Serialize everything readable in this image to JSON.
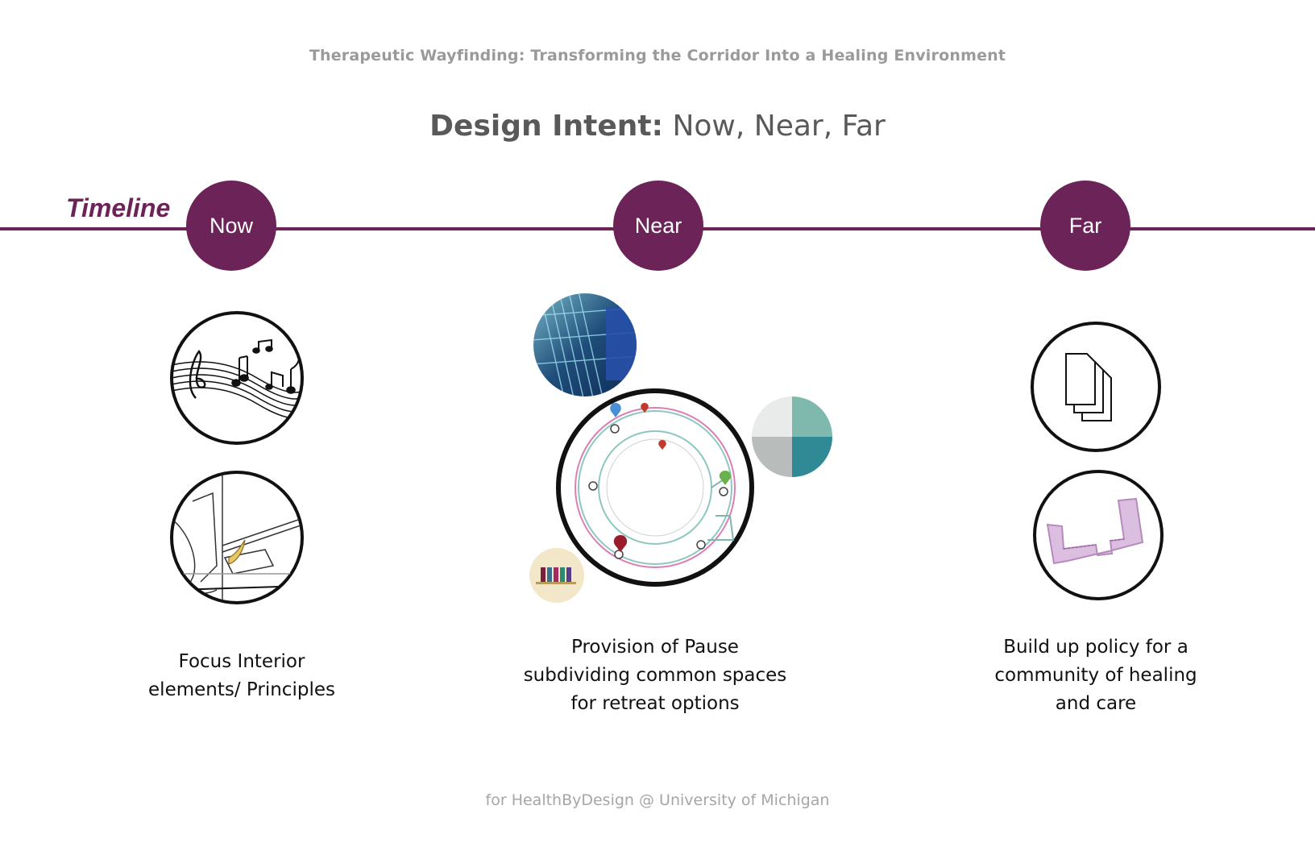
{
  "subtitle": "Therapeutic Wayfinding: Transforming the Corridor Into a Healing Environment",
  "heading": {
    "bold": "Design Intent:",
    "rest": " Now, Near, Far"
  },
  "timeline": {
    "label": "Timeline",
    "accent_color": "#6b2358",
    "nodes": [
      {
        "label": "Now"
      },
      {
        "label": "Near"
      },
      {
        "label": "Far"
      }
    ]
  },
  "columns": {
    "now": {
      "icons": [
        "music-notes-icon",
        "corridor-handrail-icon"
      ],
      "caption": [
        "Focus Interior",
        "elements/ Principles"
      ]
    },
    "near": {
      "icons": [
        "texture-photo-icon",
        "corridor-circulation-map-icon",
        "material-swatch-icon",
        "color-sample-icon"
      ],
      "caption": [
        "Provision of Pause",
        "subdividing common spaces",
        "for retreat options"
      ]
    },
    "far": {
      "icons": [
        "documents-icon",
        "floor-plan-icon"
      ],
      "caption": [
        "Build up policy for a",
        "community of healing",
        "and care"
      ]
    }
  },
  "footer": "for HealthByDesign @ University of Michigan"
}
